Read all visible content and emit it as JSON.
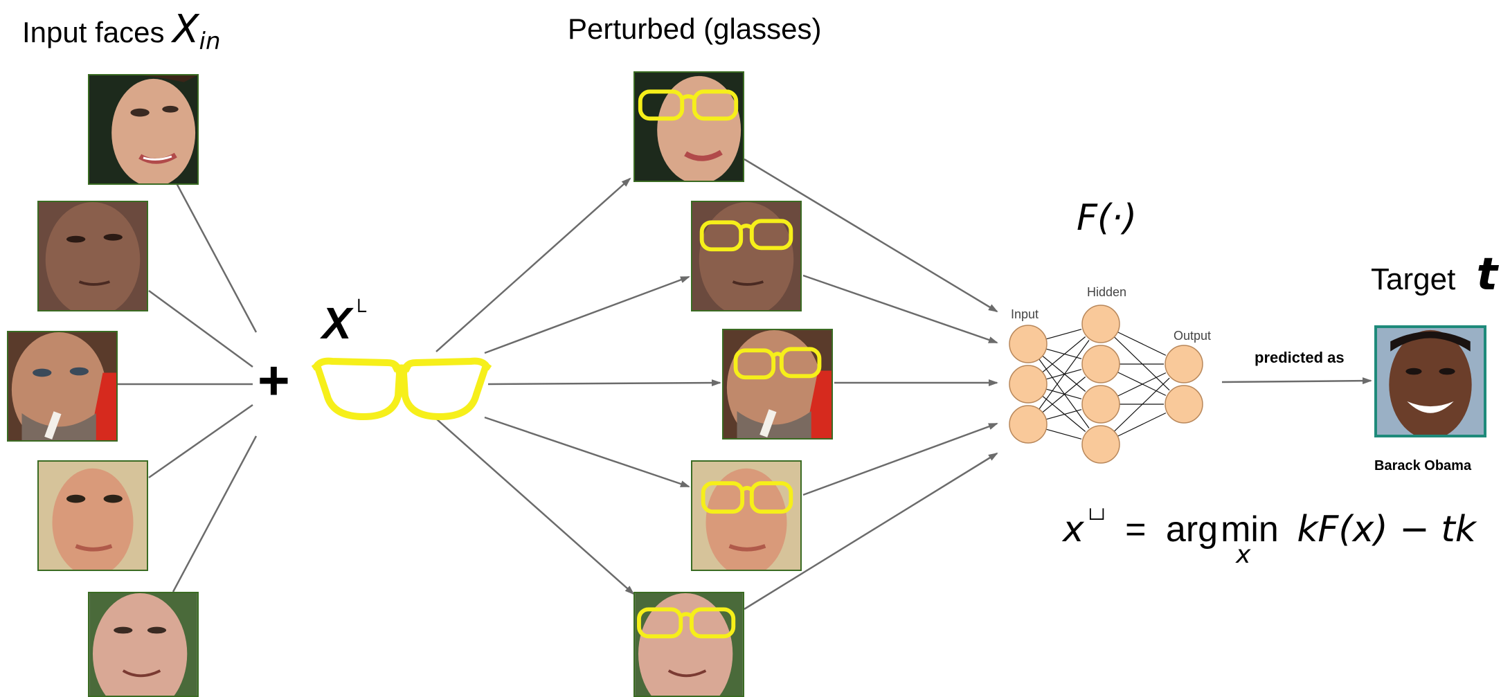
{
  "labels": {
    "input_faces": "Input faces",
    "input_symbol": "X",
    "input_subscript": "in",
    "perturbed": "Perturbed (glasses)",
    "plus": "+",
    "perturbation_symbol": "X",
    "perturbation_superscript": "└",
    "network_function": "F(·)",
    "target": "Target",
    "target_symbol": "t",
    "predicted_as": "predicted as",
    "target_name": "Barack Obama"
  },
  "network": {
    "layers": [
      {
        "label": "Input",
        "nodes": 3
      },
      {
        "label": "Hidden",
        "nodes": 4
      },
      {
        "label": "Output",
        "nodes": 2
      }
    ],
    "node_color": "#f9c99a",
    "node_stroke": "#b8875a"
  },
  "formula": {
    "lhs": "x",
    "lhs_superscript": "└┘",
    "eq": "=",
    "arg": "arg",
    "min": "min",
    "min_subscript": "x",
    "body": "kF(x) − tk"
  },
  "colors": {
    "arrow": "#6b6b6b",
    "glasses": "#f6ef1a",
    "face_border": "#3a6b22",
    "target_border": "#1e8a7a"
  }
}
